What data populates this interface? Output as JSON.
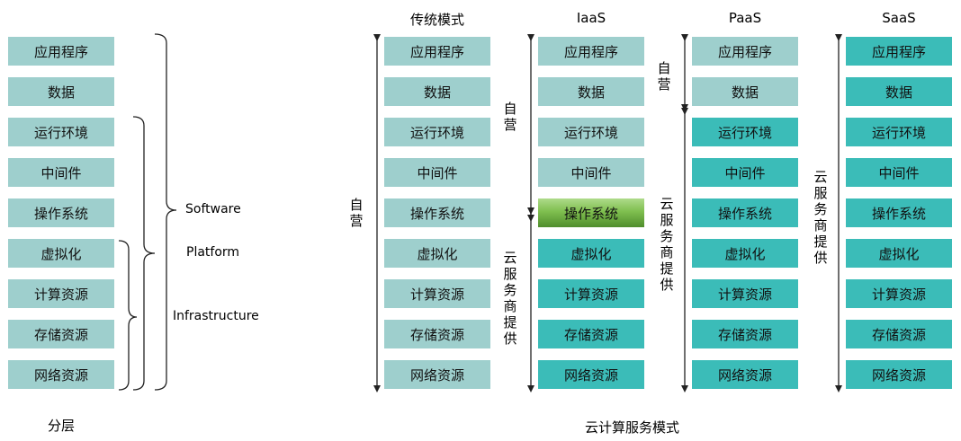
{
  "layer_labels": [
    "应用程序",
    "数据",
    "运行环境",
    "中间件",
    "操作系统",
    "虚拟化",
    "计算资源",
    "存储资源",
    "网络资源"
  ],
  "tiers": {
    "software": "Software",
    "platform": "Platform",
    "infrastructure": "Infrastructure"
  },
  "headers": {
    "traditional": "传统模式",
    "iaas": "IaaS",
    "paas": "PaaS",
    "saas": "SaaS"
  },
  "annotations": {
    "self_managed": "自营",
    "provider": "云服务商提供"
  },
  "captions": {
    "left": "分层",
    "right": "云计算服务模式"
  },
  "colors": {
    "self": "#9ecfcd",
    "provider": "#3bbcb8",
    "highlight": "#6aa83c"
  }
}
